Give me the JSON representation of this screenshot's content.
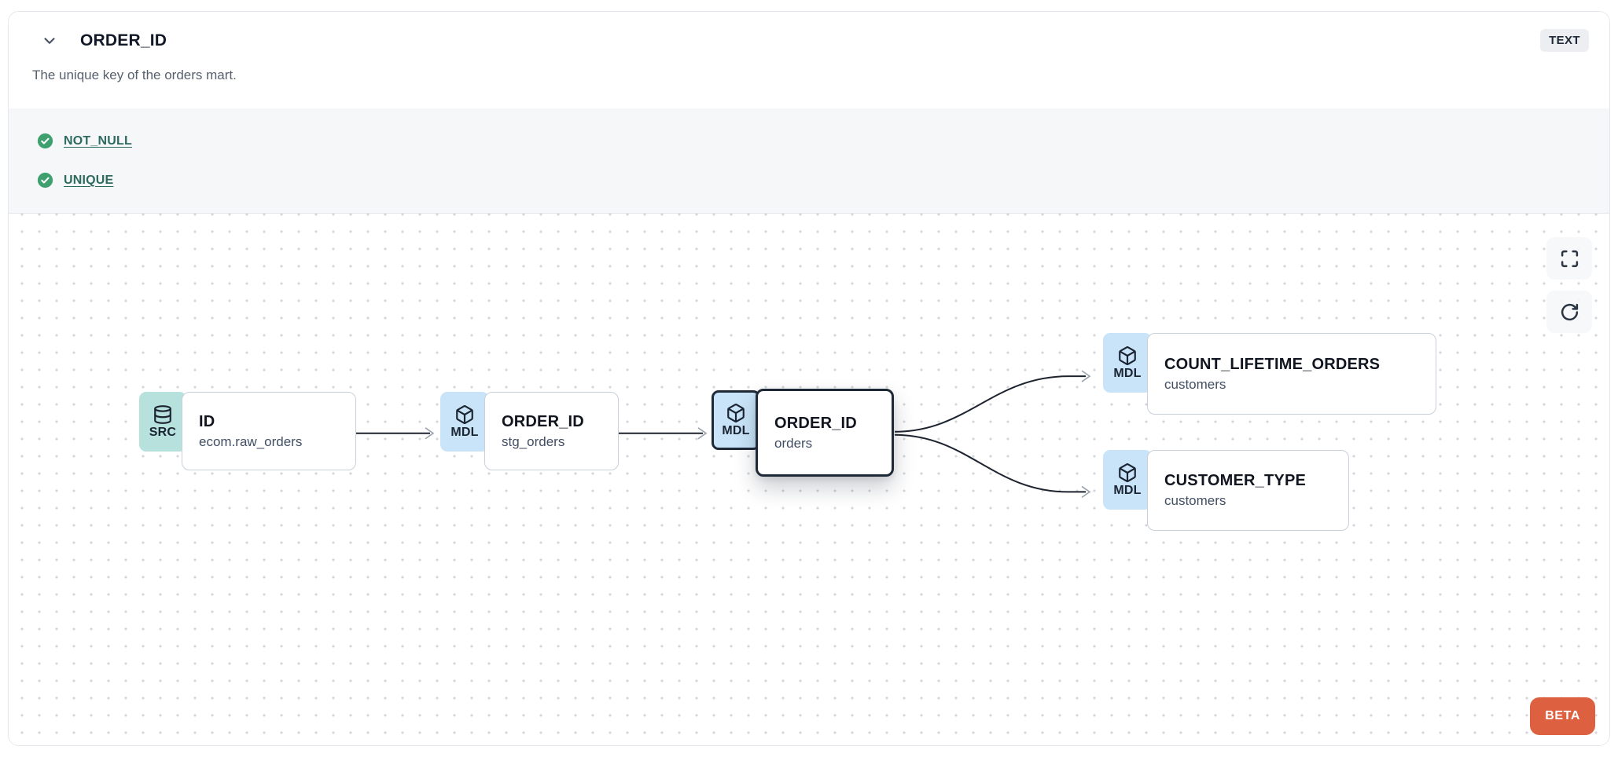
{
  "header": {
    "title": "ORDER_ID",
    "type_badge": "TEXT",
    "description": "The unique key of the orders mart."
  },
  "tests": {
    "items": [
      {
        "label": "NOT_NULL",
        "status": "pass"
      },
      {
        "label": "UNIQUE",
        "status": "pass"
      }
    ]
  },
  "lineage": {
    "nodes": [
      {
        "badge": "SRC",
        "icon": "database-icon",
        "title": "ID",
        "subtitle": "ecom.raw_orders",
        "selected": false
      },
      {
        "badge": "MDL",
        "icon": "box-icon",
        "title": "ORDER_ID",
        "subtitle": "stg_orders",
        "selected": false
      },
      {
        "badge": "MDL",
        "icon": "box-icon",
        "title": "ORDER_ID",
        "subtitle": "orders",
        "selected": true
      },
      {
        "badge": "MDL",
        "icon": "box-icon",
        "title": "COUNT_LIFETIME_ORDERS",
        "subtitle": "customers",
        "selected": false
      },
      {
        "badge": "MDL",
        "icon": "box-icon",
        "title": "CUSTOMER_TYPE",
        "subtitle": "customers",
        "selected": false
      }
    ],
    "edges": [
      {
        "from": "ID (ecom.raw_orders)",
        "to": "ORDER_ID (stg_orders)"
      },
      {
        "from": "ORDER_ID (stg_orders)",
        "to": "ORDER_ID (orders)"
      },
      {
        "from": "ORDER_ID (orders)",
        "to": "COUNT_LIFETIME_ORDERS (customers)"
      },
      {
        "from": "ORDER_ID (orders)",
        "to": "CUSTOMER_TYPE (customers)"
      }
    ],
    "controls": {
      "fullscreen_icon": "maximize-icon",
      "refresh_icon": "rotate-cw-icon"
    },
    "beta_label": "BETA"
  },
  "colors": {
    "src_badge": "#b7e1dc",
    "mdl_badge": "#c9e4f8",
    "selected_border": "#1e2937",
    "node_border": "#c9d0da",
    "test_link": "#2d6a5f",
    "check_green": "#3fa06f",
    "beta_orange": "#dd6140",
    "edge_line": "#1d242f",
    "arrowhead": "#9aa2ad"
  }
}
